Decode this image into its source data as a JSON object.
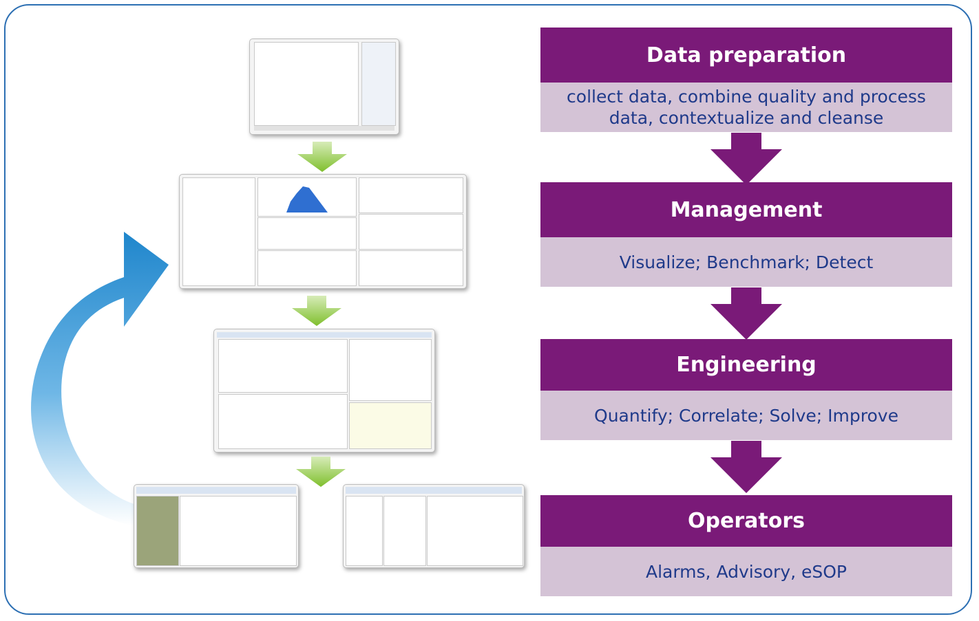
{
  "stages": [
    {
      "title": "Data preparation",
      "description": "collect data, combine quality and process data, contextualize and cleanse"
    },
    {
      "title": "Management",
      "description": "Visualize; Benchmark; Detect"
    },
    {
      "title": "Engineering",
      "description": "Quantify; Correlate; Solve; Improve"
    },
    {
      "title": "Operators",
      "description": "Alarms, Advisory, eSOP"
    }
  ],
  "colors": {
    "stage_header": "#7a1a78",
    "stage_body": "#d4c3d6",
    "stage_text": "#1f3a8a",
    "flow_arrow": "#8dc63f",
    "loop_arrow": "#2a8fd0",
    "frame": "#2c6fb3"
  },
  "icons": {
    "screenshot_placeholders": "software-screenshot-thumbnail",
    "flow_arrows": "arrow-down-icon",
    "loop_arrow": "curved-cycle-arrow-icon"
  }
}
